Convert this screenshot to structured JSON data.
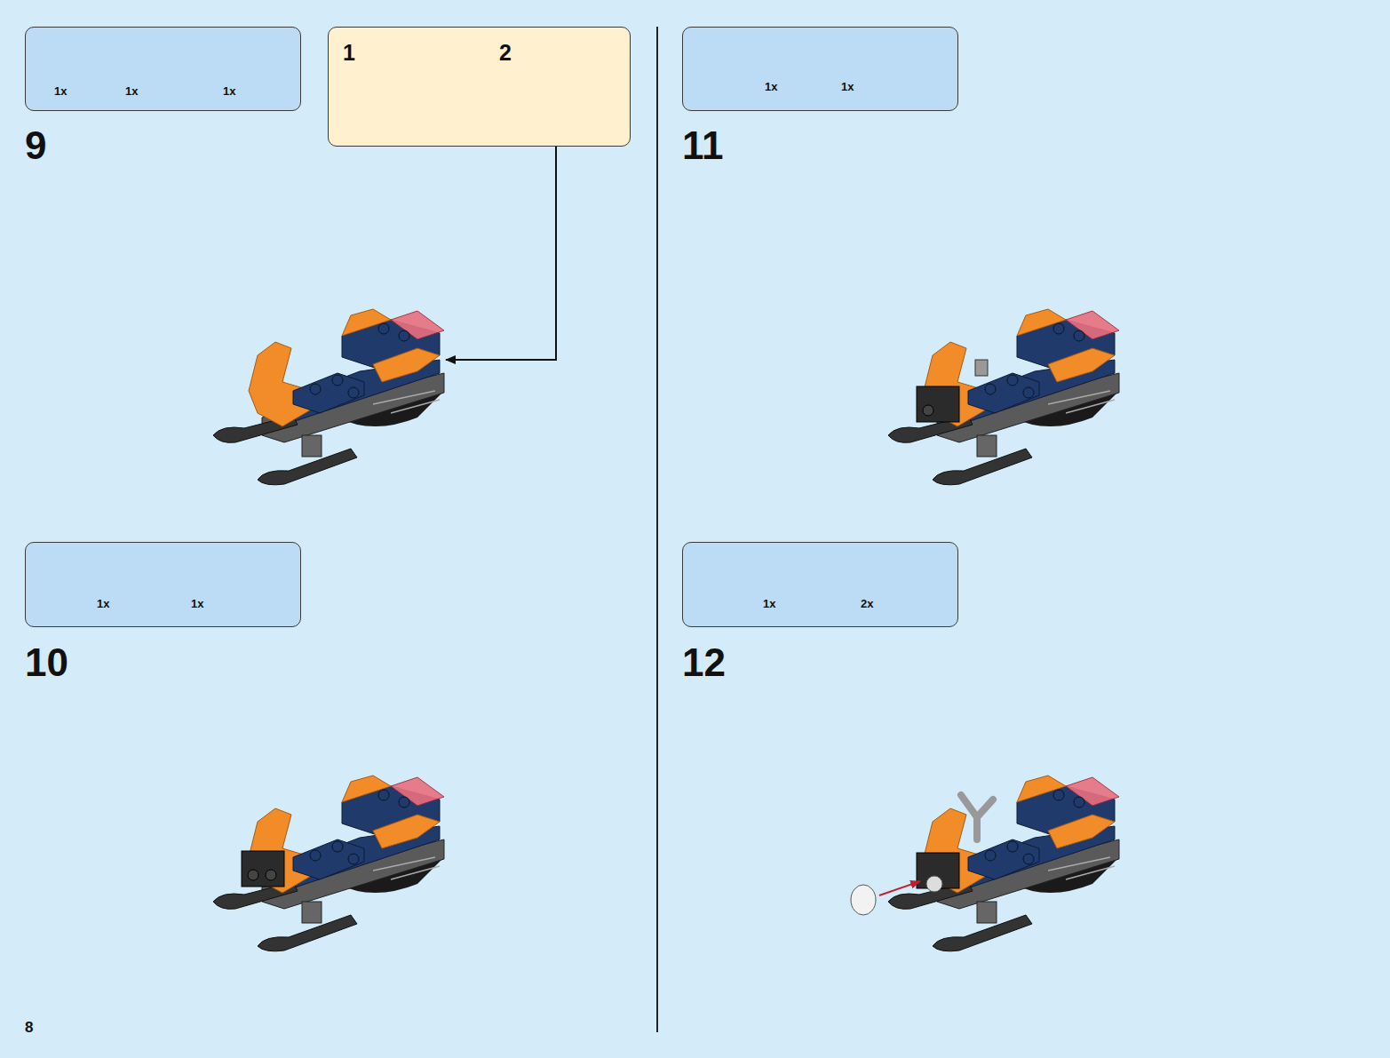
{
  "diagram": {
    "nodes": [
      {
        "text": [
          "1x",
          "1x",
          "1x"
        ]
      },
      {
        "text": [
          "1",
          "2"
        ]
      },
      {
        "text": [
          "1x",
          "1x"
        ]
      },
      {
        "text": [
          "1x",
          "1x"
        ]
      },
      {
        "text": [
          "1x",
          "2x"
        ]
      }
    ],
    "labels": [
      "9",
      "10",
      "11",
      "12",
      "8"
    ]
  }
}
